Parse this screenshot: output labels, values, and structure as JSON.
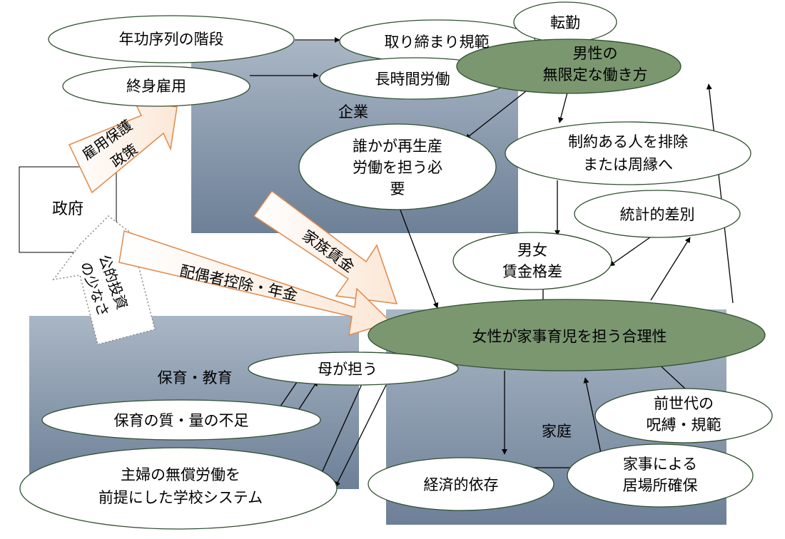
{
  "nodes": {
    "seniority": "年功序列の階段",
    "lifetime": "終身雇用",
    "norms": "取り締まり規範",
    "transfer": "転勤",
    "long_hours": "長時間労働",
    "male_unlimited": [
      "男性の",
      "無限定な働き方"
    ],
    "reproductive": [
      "誰かが再生産",
      "労働を担う必",
      "要"
    ],
    "exclude": [
      "制約ある人を排除",
      "または周縁へ"
    ],
    "stat_disc": "統計的差別",
    "wage_gap": [
      "男女",
      "賃金格差"
    ],
    "women_rational": "女性が家事育児を担う合理性",
    "mother": "母が担う",
    "childcare_shortage": "保育の質・量の不足",
    "school_system": [
      "主婦の無償労働を",
      "前提にした学校システム"
    ],
    "prev_gen": [
      "前世代の",
      "呪縛・規範"
    ],
    "econ_dep": "経済的依存",
    "belonging": [
      "家事による",
      "居場所確保"
    ]
  },
  "regions": {
    "company": "企業",
    "childcare": "保育・教育",
    "home": "家庭",
    "government": "政府"
  },
  "policies": {
    "employment": [
      "雇用保護",
      "政策"
    ],
    "public_invest": [
      "公的投資",
      "の少なさ"
    ],
    "family_wage": "家族賃金",
    "spouse_deduction": "配偶者控除・年金"
  },
  "colors": {
    "region_fill": "#8797ab",
    "green_fill": "#7b9770",
    "outline": "#2f4f2f",
    "arrow_outline": "#e0894a"
  }
}
